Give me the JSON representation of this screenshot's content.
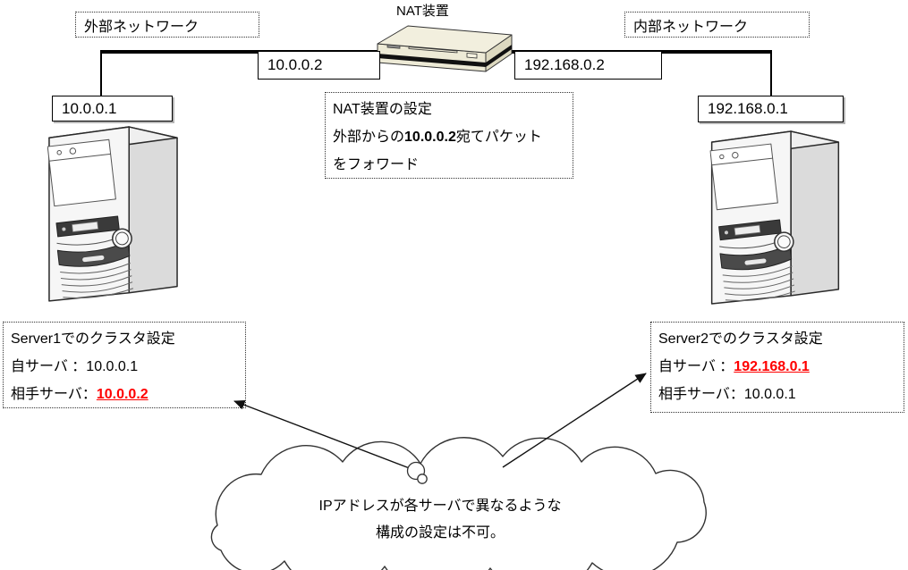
{
  "header": {
    "nat_title": "NAT装置",
    "external_network": "外部ネットワーク",
    "internal_network": "内部ネットワーク"
  },
  "nat_ips": {
    "external": "10.0.0.2",
    "internal": "192.168.0.2"
  },
  "servers": {
    "left_ip": "10.0.0.1",
    "right_ip": "192.168.0.1"
  },
  "nat_config": {
    "line1": "NAT装置の設定",
    "line2_prefix": "外部からの",
    "line2_ip": "10.0.0.2",
    "line2_suffix": "宛てパケット",
    "line3": "をフォワード"
  },
  "cluster_left": {
    "title": "Server1でのクラスタ設定",
    "own_label": "自サーバ ：",
    "own_value": "10.0.0.1",
    "peer_label": "相手サーバ：",
    "peer_value": "10.0.0.2"
  },
  "cluster_right": {
    "title": "Server2でのクラスタ設定",
    "own_label": "自サーバ ：",
    "own_value": "192.168.0.1",
    "peer_label": "相手サーバ：",
    "peer_value": "10.0.0.1"
  },
  "cloud_note": {
    "line1": "IPアドレスが各サーバで異なるような",
    "line2": "構成の設定は不可。"
  },
  "colors": {
    "highlight_red": "#FF0000",
    "device_cream": "#F0EDDA",
    "line_black": "#000000"
  }
}
